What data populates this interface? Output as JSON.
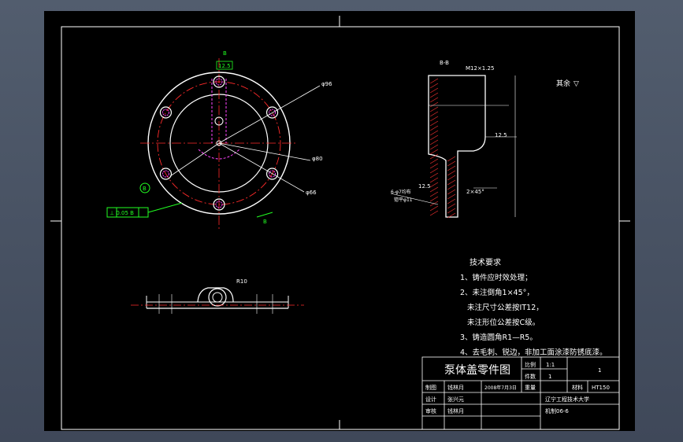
{
  "drawing": {
    "title": "泵体盖零件图",
    "section_label": "B-B",
    "radius_label": "R10",
    "roughness_note": "其余",
    "roughness_other_symbol": "▽"
  },
  "tech_requirements": {
    "heading": "技术要求",
    "items": [
      "1、铸件应时效处理；",
      "2、未注倒角1×45°，",
      "   未注尺寸公差按IT12，",
      "   未注形位公差按C级。",
      "3、铸造圆角R1—R5。",
      "4、去毛刺、锐边，非加工面涂漆防锈底漆。"
    ]
  },
  "title_block": {
    "name": "泵体盖零件图",
    "scale_label": "比例",
    "scale_value": "1:1",
    "qty_label": "件数",
    "qty_value": "1",
    "weight_label": "重量",
    "material_label": "材料",
    "material_value": "HT150",
    "sheet": "1",
    "drawn_label": "制图",
    "drawn_by": "钱林月",
    "date": "2008年7月3日",
    "design_label": "设计",
    "design_by": "张兴元",
    "review_label": "审核",
    "review_by": "钱林月",
    "school": "辽宁工程技术大学",
    "class": "机制06-6"
  },
  "annotations": {
    "roughness_top": "12.5",
    "roughness_side": "12.5",
    "roughness_left": "12.5",
    "dim_thread": "M12×1.25",
    "dim_chamfer": "2×45°",
    "callout_holes": "6-φ7均布",
    "callout_holes2": "锪平φ11",
    "fcf": "⊥ 0.05 B",
    "datum_b": "B",
    "datum_circle": "B",
    "dia_large": "φ96",
    "dia_mid": "φ80",
    "dia_small": "φ66"
  },
  "colors": {
    "outline": "#ffffff",
    "center": "#ff2a2a",
    "hidden": "#ff44ff",
    "dim": "#ffffff",
    "annotation": "#22ff22",
    "hatch": "#ff3333",
    "frame": "#ffffff"
  }
}
